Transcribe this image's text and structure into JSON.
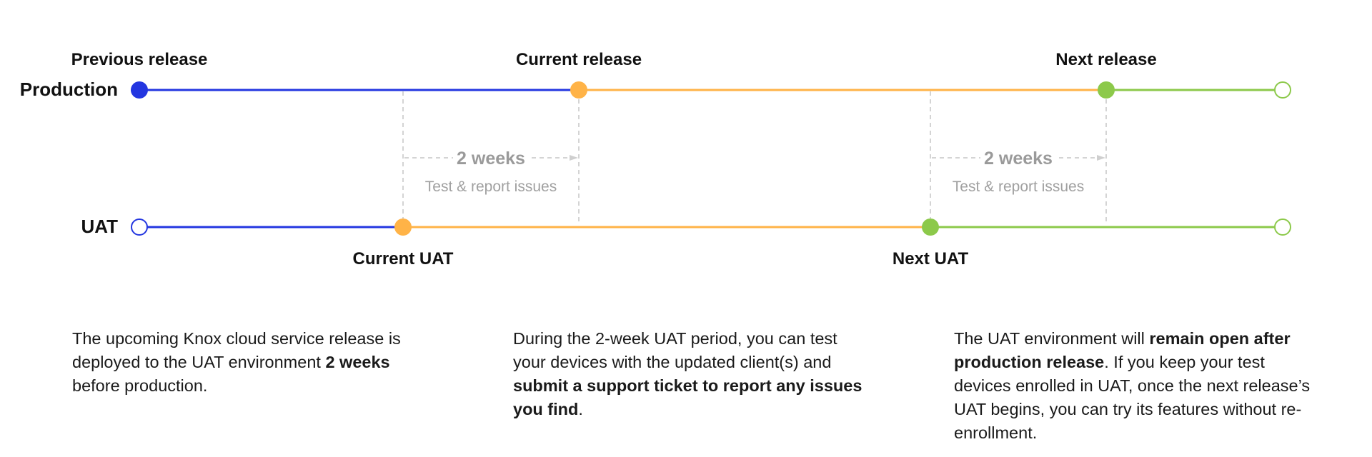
{
  "rows": {
    "production": "Production",
    "uat": "UAT"
  },
  "milestones": {
    "previous_release": "Previous release",
    "current_release": "Current release",
    "next_release": "Next release",
    "current_uat": "Current UAT",
    "next_uat": "Next UAT"
  },
  "intervals": [
    {
      "duration": "2 weeks",
      "note": "Test & report issues"
    },
    {
      "duration": "2 weeks",
      "note": "Test & report issues"
    }
  ],
  "colors": {
    "previous": "#2336e0",
    "current": "#ffb347",
    "next": "#8cc94a",
    "guide": "#d4d4d4"
  },
  "descriptions": [
    [
      {
        "text": "The upcoming Knox cloud service release is deployed to the UAT environment ",
        "bold": false
      },
      {
        "text": "2 weeks",
        "bold": true
      },
      {
        "text": " before production.",
        "bold": false
      }
    ],
    [
      {
        "text": "During the 2-week UAT period, you can test your devices with the updated client(s) and ",
        "bold": false
      },
      {
        "text": "submit a support ticket to report any issues you find",
        "bold": true
      },
      {
        "text": ".",
        "bold": false
      }
    ],
    [
      {
        "text": "The UAT environment will ",
        "bold": false
      },
      {
        "text": "remain open after production release",
        "bold": true
      },
      {
        "text": ". If you keep your test devices enrolled in UAT, once the next release’s UAT begins, you can try its features without re-enrollment.",
        "bold": false
      }
    ]
  ]
}
